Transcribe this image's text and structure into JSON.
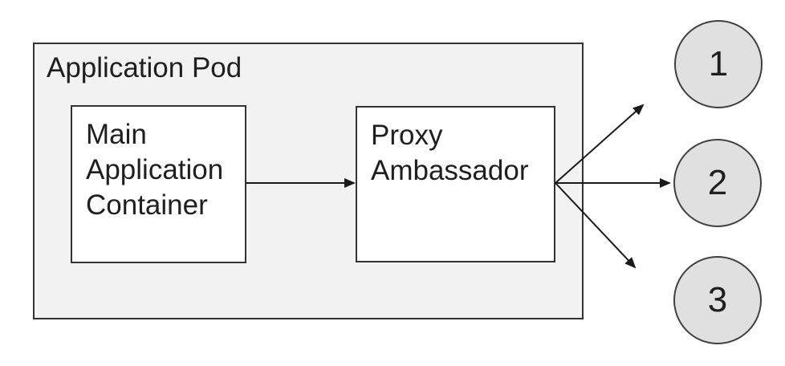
{
  "diagram": {
    "pod": {
      "label": "Application Pod",
      "fill": "#f2f2f2",
      "border_color": "#333333"
    },
    "nodes": [
      {
        "id": "main-application-container",
        "label": "Main Application Container",
        "fill": "#ffffff",
        "border_color": "#333333"
      },
      {
        "id": "proxy-ambassador",
        "label": "Proxy Ambassador",
        "fill": "#ffffff",
        "border_color": "#333333"
      }
    ],
    "endpoints": [
      {
        "id": "endpoint-1",
        "label": "1"
      },
      {
        "id": "endpoint-2",
        "label": "2"
      },
      {
        "id": "endpoint-3",
        "label": "3"
      }
    ],
    "endpoint_fill": "#e0e0e0",
    "endpoint_border_color": "#404040",
    "arrow_color": "#1a1a1a",
    "text_color": "#1f1f1f",
    "connections": [
      {
        "from": "main-application-container",
        "to": "proxy-ambassador"
      },
      {
        "from": "proxy-ambassador",
        "to": "endpoint-1"
      },
      {
        "from": "proxy-ambassador",
        "to": "endpoint-2"
      },
      {
        "from": "proxy-ambassador",
        "to": "endpoint-3"
      }
    ]
  }
}
